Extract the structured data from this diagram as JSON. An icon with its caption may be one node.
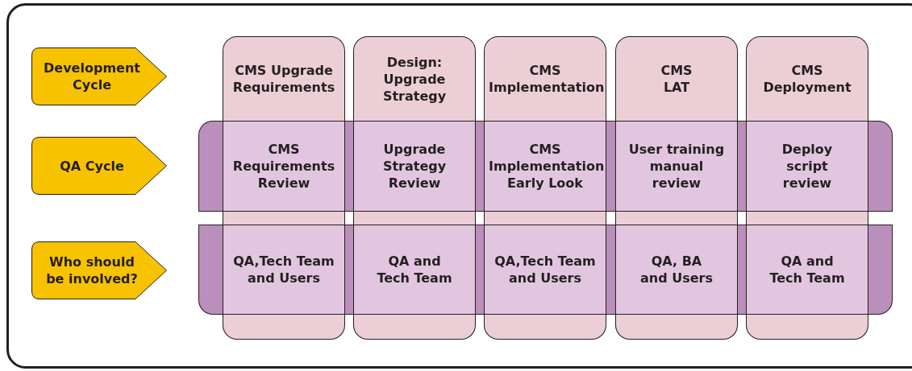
{
  "diagram": {
    "nodes": [
      {
        "text": [
          "Development Cycle"
        ]
      },
      {
        "text": [
          "QA Cycle"
        ]
      },
      {
        "text": [
          "Who should be involved?"
        ]
      },
      {
        "text": [
          "CMS Upgrade Requirements"
        ]
      },
      {
        "text": [
          "Design: Upgrade Strategy"
        ]
      },
      {
        "text": [
          "CMS Implementation"
        ]
      },
      {
        "text": [
          "CMS LAT"
        ]
      },
      {
        "text": [
          "CMS Deployment"
        ]
      },
      {
        "text": [
          "CMS Requirements Review"
        ]
      },
      {
        "text": [
          "Upgrade Strategy Review"
        ]
      },
      {
        "text": [
          "CMS Implementation Early Look"
        ]
      },
      {
        "text": [
          "User training manual review"
        ]
      },
      {
        "text": [
          "Deploy script review"
        ]
      },
      {
        "text": [
          "QA,Tech Team and Users"
        ]
      },
      {
        "text": [
          "QA and Tech Team"
        ]
      },
      {
        "text": [
          "QA,Tech Team and Users"
        ]
      },
      {
        "text": [
          "QA, BA and Users"
        ]
      },
      {
        "text": [
          "QA and Tech Team"
        ]
      }
    ],
    "edges": []
  }
}
